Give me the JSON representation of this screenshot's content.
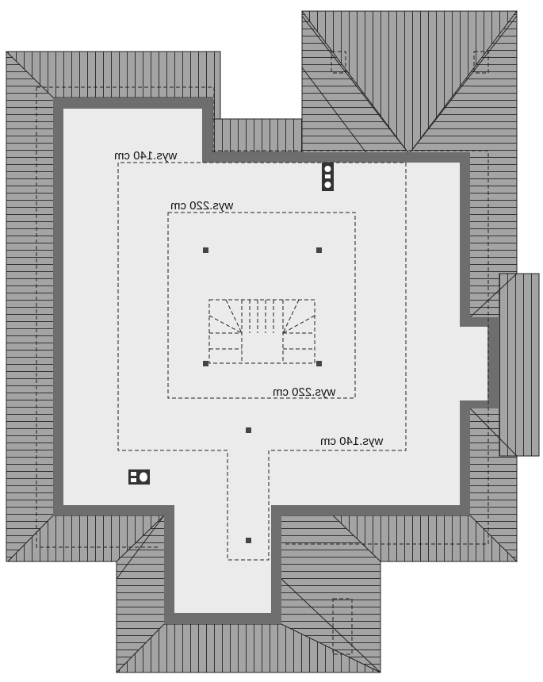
{
  "plan": {
    "labels": {
      "height_140_top": "wys.140 cm",
      "height_220_top": "wys.220 cm",
      "height_220_bottom": "wys.220 cm",
      "height_140_bottom": "wys.140 cm"
    }
  },
  "colors": {
    "roof": "#a4a4a4",
    "roof_line": "#333333",
    "wall": "#6e6e6e",
    "floor": "#ebebeb"
  }
}
